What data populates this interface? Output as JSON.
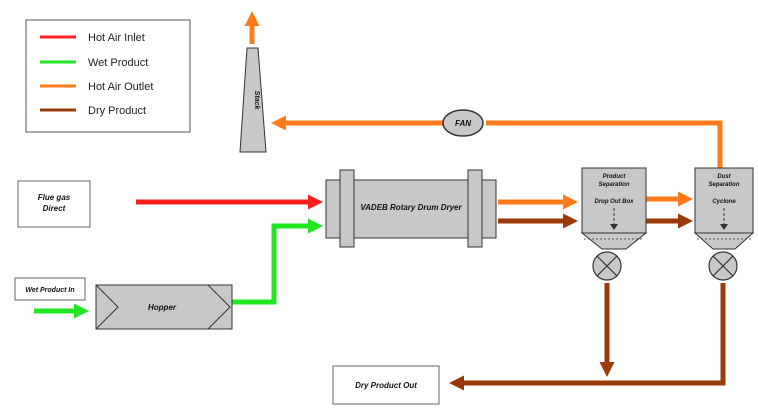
{
  "colors": {
    "hot_air_inlet": "#ff1f1f",
    "wet_product": "#22e622",
    "hot_air_outlet": "#ff7a1a",
    "dry_product": "#9a3a08",
    "equipment_fill": "#c8c8c8",
    "equipment_dark": "#9a9a9a"
  },
  "legend": {
    "items": [
      {
        "label": "Hot Air Inlet",
        "color_key": "hot_air_inlet"
      },
      {
        "label": "Wet Product",
        "color_key": "wet_product"
      },
      {
        "label": "Hot Air Outlet",
        "color_key": "hot_air_outlet"
      },
      {
        "label": "Dry Product",
        "color_key": "dry_product"
      }
    ]
  },
  "boxes": {
    "flue_gas_line1": "Flue gas",
    "flue_gas_line2": "Direct",
    "wet_product_in": "Wet Product In",
    "dry_product_out": "Dry Product Out"
  },
  "equipment": {
    "stack": "Stack",
    "fan": "FAN",
    "dryer": "VADEB Rotary Drum Dryer",
    "hopper": "Hopper",
    "product_separation_line1": "Product",
    "product_separation_line2": "Separation",
    "drop_out_box": "Drop Out Box",
    "dust_separation_line1": "Dust",
    "dust_separation_line2": "Separation",
    "cyclone": "Cyclone"
  }
}
